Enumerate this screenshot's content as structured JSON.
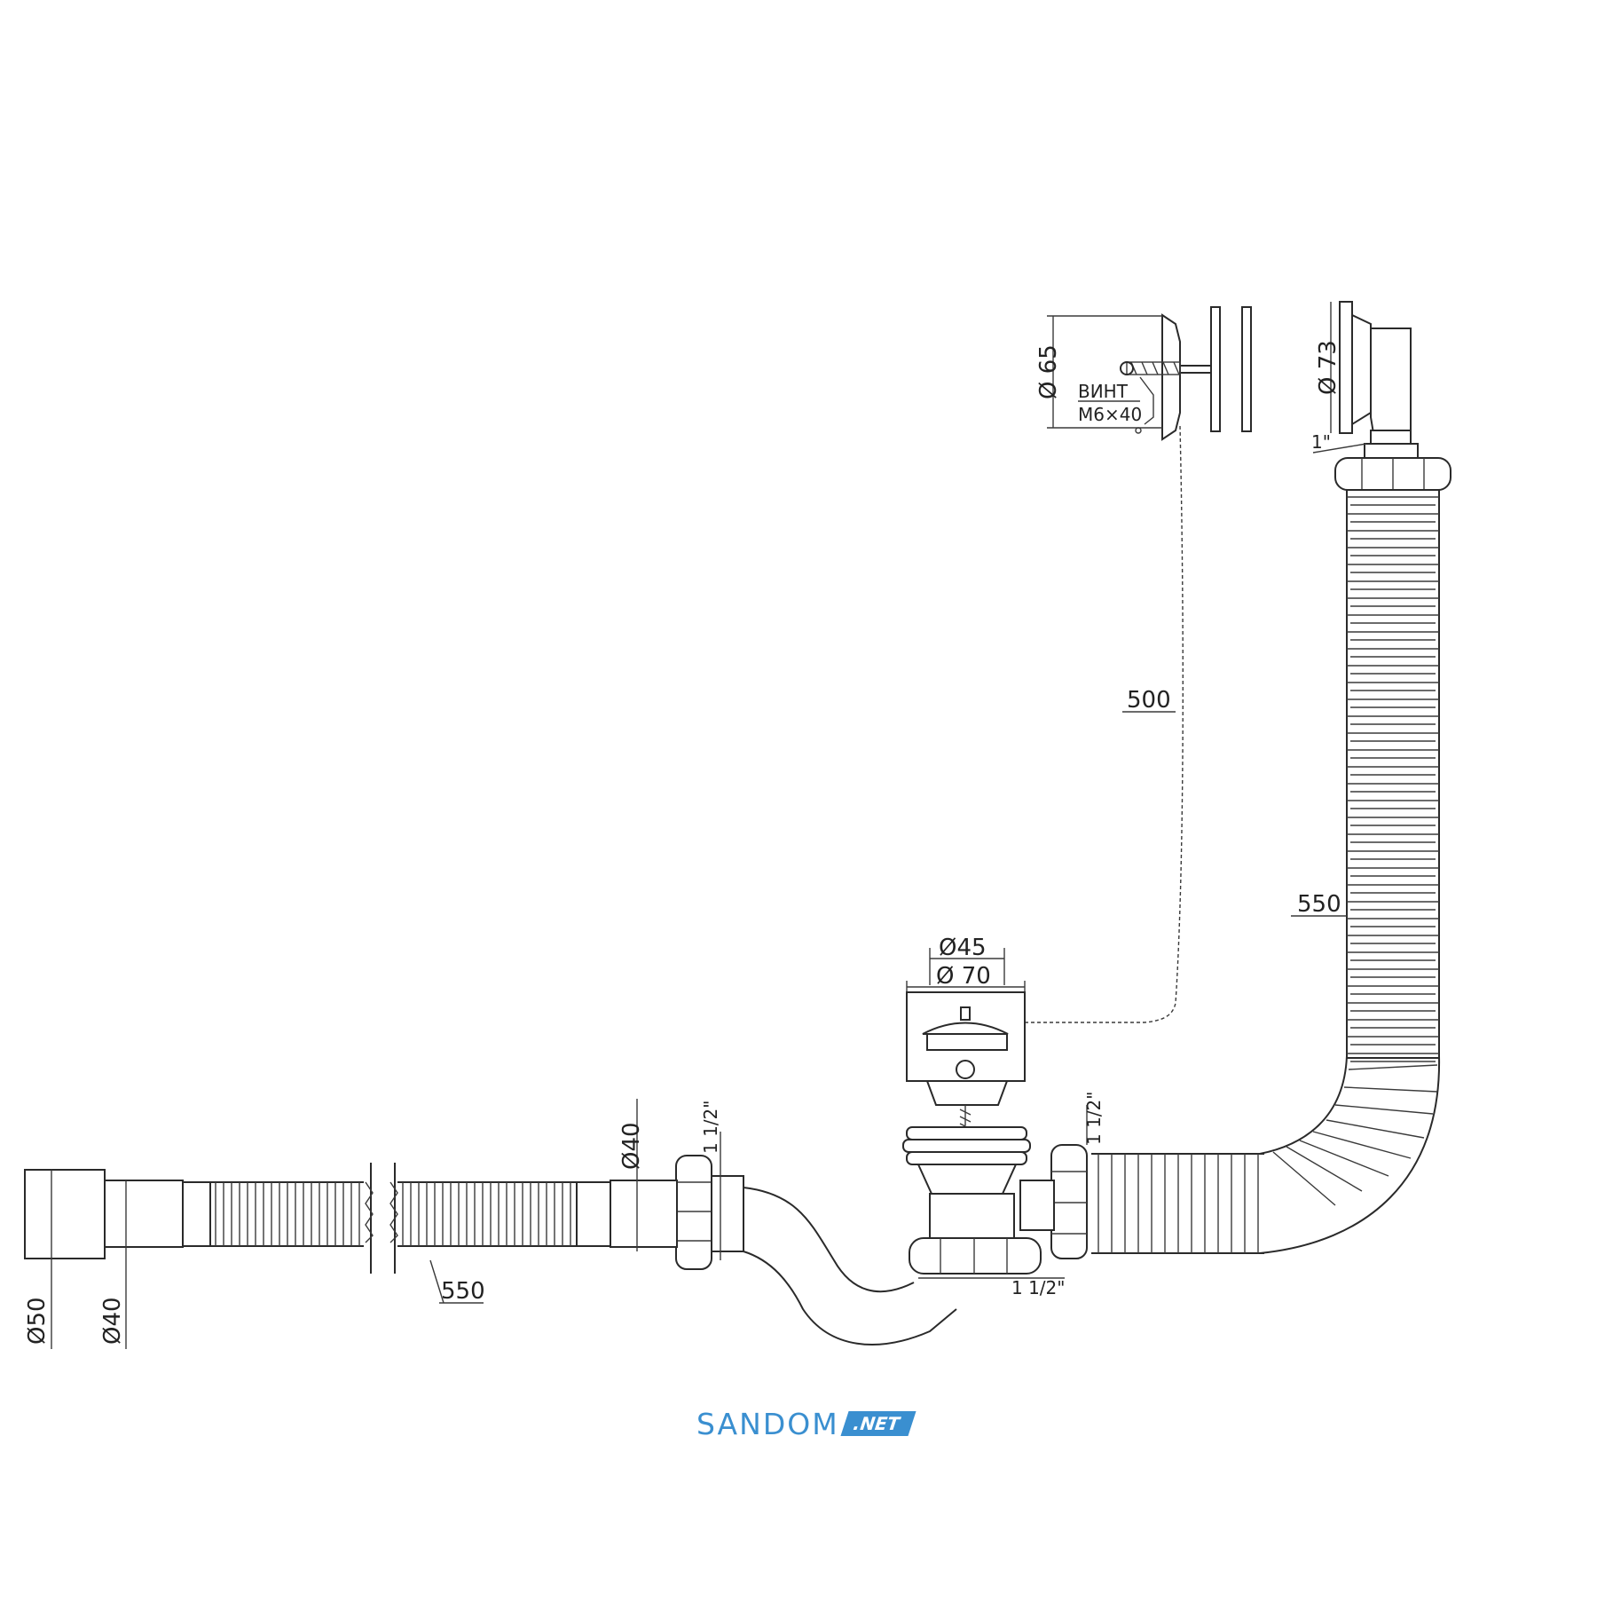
{
  "labels": {
    "d65": "Ø 65",
    "screw_1": "ВИНТ",
    "screw_2": "M6×40",
    "d73": "Ø 73",
    "thread_1in": "1\"",
    "len_500": "500",
    "len_550_right": "550",
    "d45": "Ø45",
    "d70": "Ø 70",
    "thread_mid": "1 1/2\"",
    "thread_left": "1 1/2\"",
    "thread_bottom": "1 1/2\"",
    "d40_top": "Ø40",
    "d50": "Ø50",
    "d40_bottom": "Ø40",
    "len_550_left": "550"
  },
  "branding": {
    "name": "SANDOM",
    "tld": ".NET",
    "color": "#3a8fd0"
  }
}
